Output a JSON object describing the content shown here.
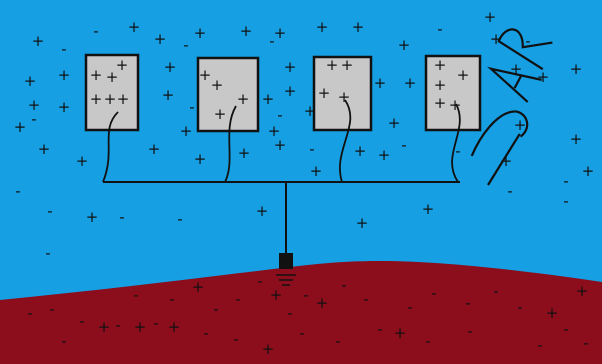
{
  "colors": {
    "sky": "#169fe3",
    "ground": "#8c0d1b",
    "panel_fill": "#c8c8c8",
    "panel_border": "#111111",
    "wire": "#111111",
    "charge_mark": "#111111"
  },
  "panels": [
    {
      "name": "panel-1",
      "charges": [
        "+",
        "+",
        "+",
        "+",
        "+",
        "+"
      ]
    },
    {
      "name": "panel-2",
      "charges": [
        "+",
        "+",
        "+",
        "+"
      ]
    },
    {
      "name": "panel-3",
      "charges": [
        "+",
        "+",
        "+",
        "+"
      ]
    },
    {
      "name": "panel-4",
      "charges": [
        "+",
        "+",
        "+",
        "+",
        "+"
      ]
    }
  ],
  "air_charge_sign": "+",
  "air_neg_sign": "-",
  "ground_charge_sign": "+",
  "ground_neg_sign": "-",
  "watermark": {
    "text": "IJAR",
    "style": "handwritten"
  },
  "grounding": {
    "icon": "ground-electrode-icon"
  }
}
